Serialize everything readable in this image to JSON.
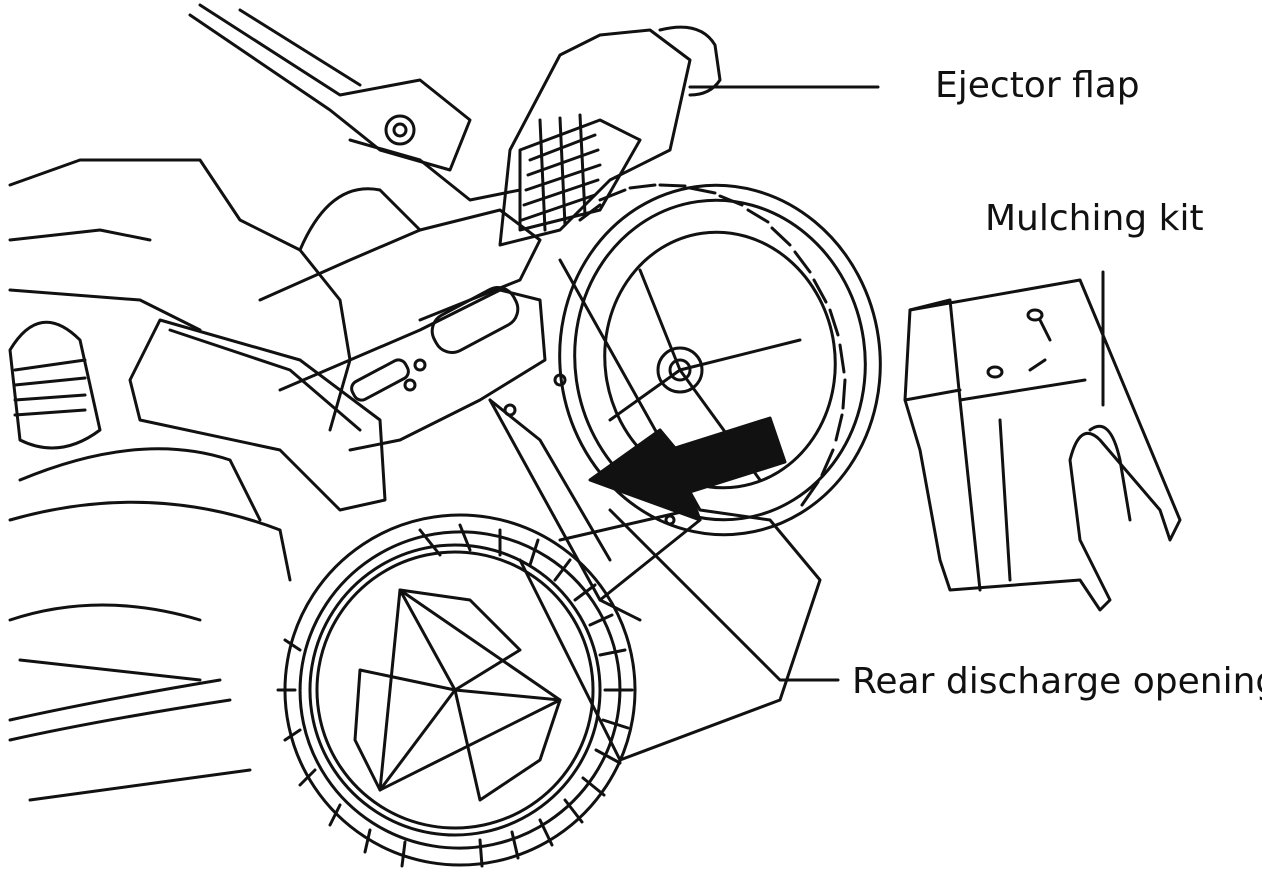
{
  "labels": {
    "ejector_flap": "Ejector flap",
    "mulching_kit": "Mulching kit",
    "rear_discharge_opening": "Rear discharge opening"
  },
  "colors": {
    "line": "#111111",
    "background": "#ffffff"
  }
}
